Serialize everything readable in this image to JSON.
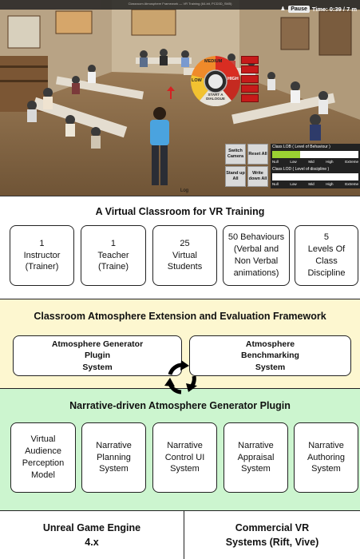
{
  "screenshot": {
    "window_title": "Classroom Atmosphere Framework — VR Training (64-bit, PCD3D_SM5)",
    "pause_label": "Pause",
    "time_text": "Time: 0:39 / 7 m",
    "log_label": "Log",
    "controls": {
      "switch_camera": "Switch Camera",
      "reset_all": "Reset All",
      "stand_up_all": "Stand up All",
      "write_down_all": "Write down All"
    },
    "meter_behaviour": {
      "title": "Class LOB ( Level of Behaviour )",
      "level": 0.32,
      "scale": [
        "Null",
        "Low",
        "Mid",
        "High",
        "Extreme"
      ]
    },
    "meter_discipline": {
      "title": "Class LOD ( Level of discipline )",
      "level": 0.0,
      "scale": [
        "Null",
        "Low",
        "Mid",
        "High",
        "Extreme"
      ]
    },
    "wheel": {
      "start_label": "START A DIALOGUE",
      "low": "LOW",
      "medium": "MEDIUM",
      "high": "HIGH"
    }
  },
  "section1": {
    "title": "A Virtual Classroom for VR Training",
    "boxes": [
      "1\nInstructor\n(Trainer)",
      "1\nTeacher\n(Traine)",
      "25\nVirtual\nStudents",
      "50 Behaviours\n(Verbal and\nNon Verbal\nanimations)",
      "5\nLevels Of\nClass\nDiscipline"
    ]
  },
  "section2": {
    "title": "Classroom Atmosphere Extension and Evaluation  Framework",
    "left_box": "Atmosphere Generator\nPlugin\nSystem",
    "right_box": "Atmosphere\nBenchmarking\nSystem"
  },
  "section3": {
    "title": "Narrative-driven Atmosphere Generator Plugin",
    "boxes": [
      "Virtual\nAudience\nPerception\nModel",
      "Narrative\nPlanning\nSystem",
      "Narrative\nControl UI\nSystem",
      "Narrative\nAppraisal\nSystem",
      "Narrative\nAuthoring\nSystem"
    ]
  },
  "section4": {
    "left": "Unreal Game Engine\n4.x",
    "right": "Commercial VR\nSystems (Rift, Vive)"
  },
  "colors": {
    "section2_bg": "#fdf7d0",
    "section3_bg": "#ccf5cf",
    "meter_fill": "#9bd232",
    "wheel_low": "#f2c230",
    "wheel_mid": "#ef8a2a",
    "wheel_high": "#d92d22"
  }
}
